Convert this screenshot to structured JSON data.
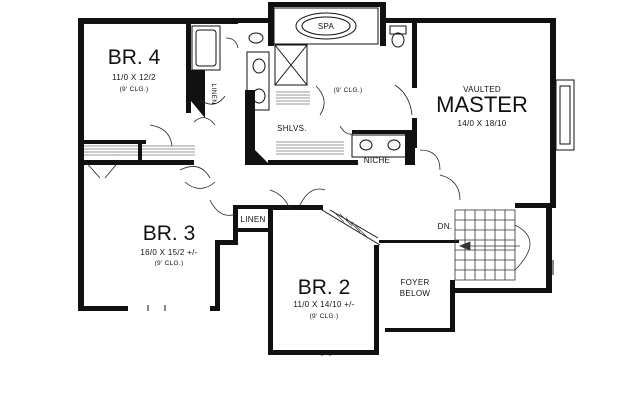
{
  "rooms": {
    "br4": {
      "name": "BR. 4",
      "dims": "11/0 X 12/2",
      "clg": "(9' CLG.)"
    },
    "br3": {
      "name": "BR. 3",
      "dims": "16/0 X 15/2 +/-",
      "clg": "(9' CLG.)"
    },
    "br2": {
      "name": "BR. 2",
      "dims": "11/0 X 14/10 +/-",
      "clg": "(9' CLG.)"
    },
    "master": {
      "top": "VAULTED",
      "name": "MASTER",
      "dims": "14/0 X 18/10"
    },
    "spa": {
      "name": "SPA"
    },
    "bath": {
      "clg": "(9' CLG.)"
    },
    "foyer": {
      "line1": "FOYER",
      "line2": "BELOW"
    }
  },
  "labels": {
    "linen_upper": "LINEN",
    "linen_lower": "LINEN",
    "shelves": "SHLVS.",
    "niche": "NICHE",
    "down": "DN."
  }
}
